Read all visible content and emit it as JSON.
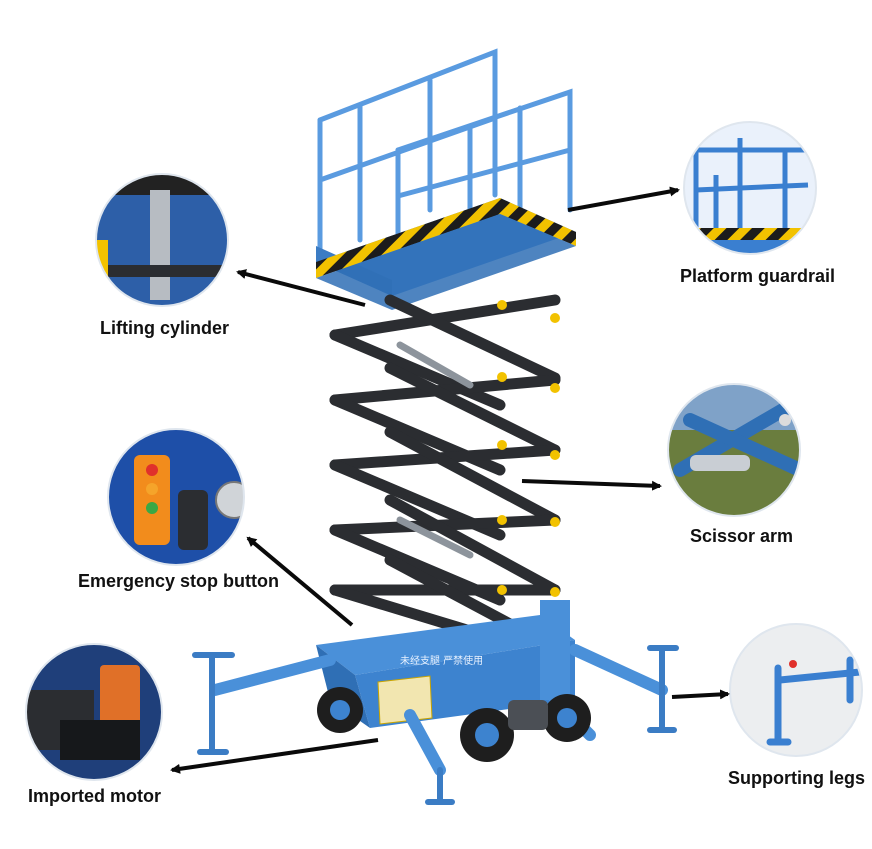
{
  "colors": {
    "lift_blue": "#4a90d9",
    "lift_blue_dark": "#2f6fb5",
    "scissor_black": "#2b2d31",
    "hazard_yellow": "#f2c200",
    "arrow": "#0a0a0a"
  },
  "callouts": [
    {
      "id": "platform-guardrail",
      "label": "Platform guardrail"
    },
    {
      "id": "lifting-cylinder",
      "label": "Lifting cylinder"
    },
    {
      "id": "scissor-arm",
      "label": "Scissor arm"
    },
    {
      "id": "emergency-stop-button",
      "label": "Emergency stop button"
    },
    {
      "id": "imported-motor",
      "label": "Imported motor"
    },
    {
      "id": "supporting-legs",
      "label": "Supporting legs"
    }
  ],
  "base_sign_text": "未经支腿 严禁使用"
}
